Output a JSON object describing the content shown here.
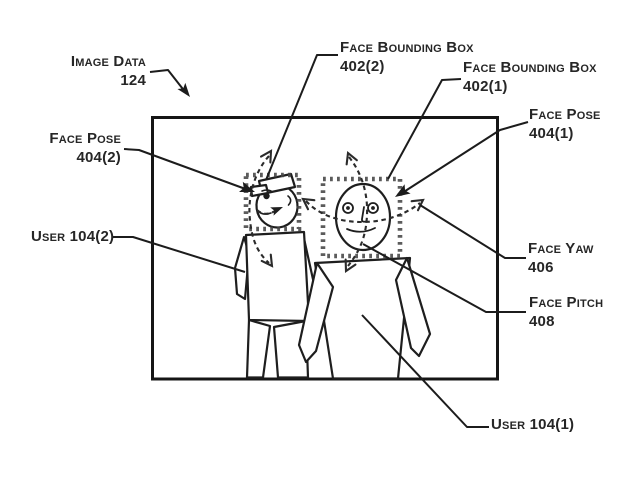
{
  "labels": {
    "image_data": {
      "line1": "Image Data",
      "line2": "124"
    },
    "face_bounding_box_2": {
      "line1": "Face Bounding Box",
      "line2": "402(2)"
    },
    "face_bounding_box_1": {
      "line1": "Face Bounding Box",
      "line2": "402(1)"
    },
    "face_pose_1": {
      "line1": "Face Pose",
      "line2": "404(1)"
    },
    "face_pose_2": {
      "line1": "Face Pose",
      "line2": "404(2)"
    },
    "user_2": {
      "line1": "User 104(2)"
    },
    "face_yaw": {
      "line1": "Face Yaw",
      "line2": "406"
    },
    "face_pitch": {
      "line1": "Face Pitch",
      "line2": "408"
    },
    "user_1": {
      "line1": "User 104(1)"
    }
  },
  "colors": {
    "ink": "#1e1e1e",
    "dashed_box": "#454545",
    "background": "#ffffff"
  }
}
